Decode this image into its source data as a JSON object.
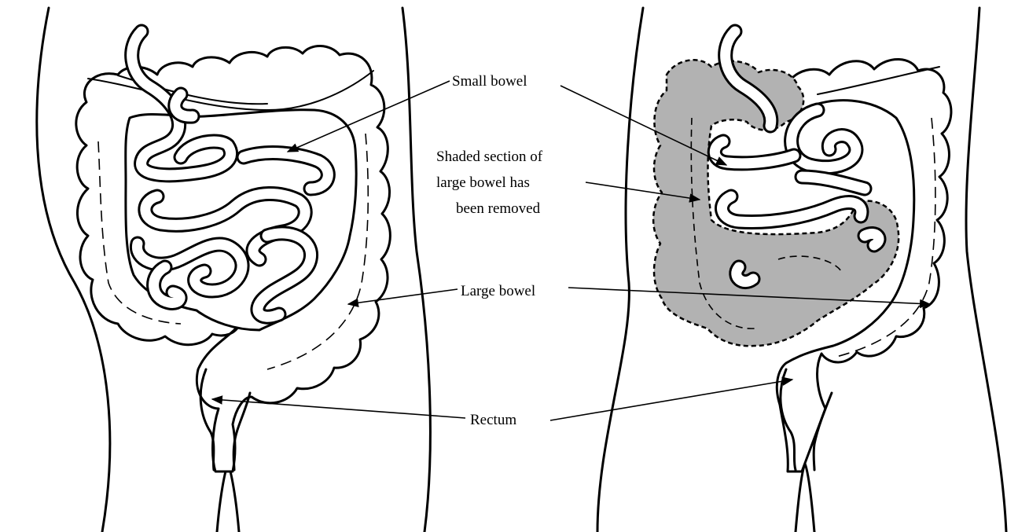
{
  "labels": {
    "small_bowel": "Small bowel",
    "shaded_line1": "Shaded section of",
    "shaded_line2": "large bowel has",
    "shaded_line3": "been removed",
    "large_bowel": "Large bowel",
    "rectum": "Rectum"
  },
  "colors": {
    "outline": "#000000",
    "shaded_section": "#b2b2b2",
    "background": "#ffffff"
  }
}
